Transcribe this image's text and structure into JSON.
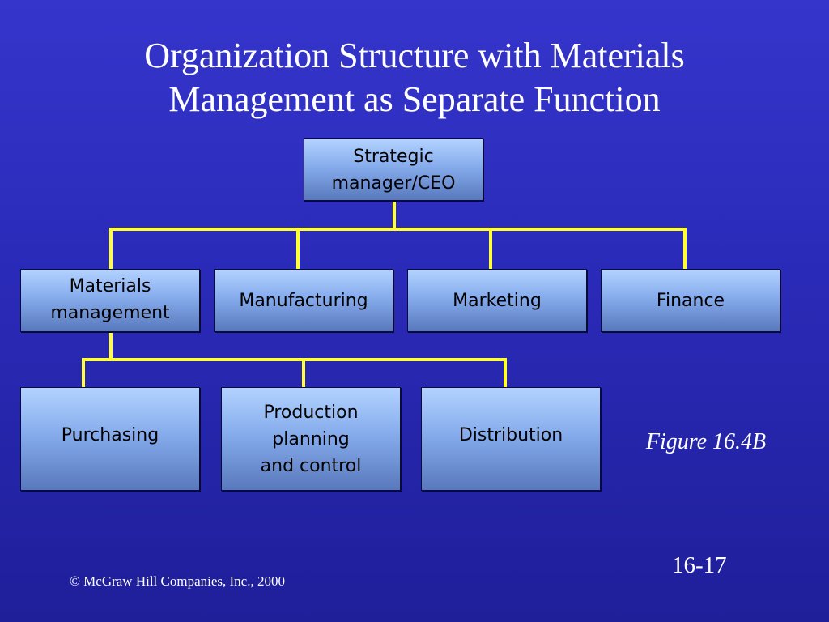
{
  "slide": {
    "title_line1": "Organization Structure with Materials",
    "title_line2": "Management as Separate Function",
    "figure_label": "Figure 16.4B",
    "page_number": "16-17",
    "copyright": "© McGraw Hill Companies, Inc., 2000"
  },
  "org_chart": {
    "root": {
      "line1": "Strategic",
      "line2": "manager/CEO"
    },
    "functions": [
      {
        "line1": "Materials",
        "line2": "management"
      },
      {
        "line1": "Manufacturing"
      },
      {
        "line1": "Marketing"
      },
      {
        "line1": "Finance"
      }
    ],
    "materials_subunits": [
      {
        "line1": "Purchasing"
      },
      {
        "line1": "Production",
        "line2": "planning",
        "line3": "and control"
      },
      {
        "line1": "Distribution"
      }
    ],
    "colors": {
      "connector": "#ffff33",
      "box_top": "#b2d2ff",
      "box_bottom": "#5879bd",
      "background": "#2a2ab8"
    }
  }
}
